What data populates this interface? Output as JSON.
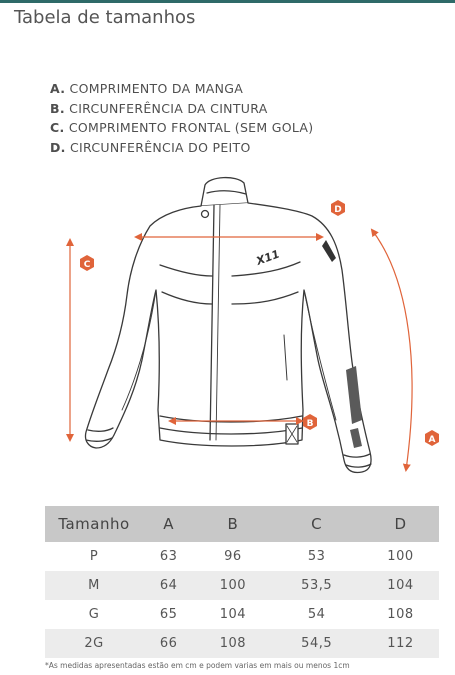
{
  "page": {
    "title": "Tabela de tamanhos"
  },
  "legend": [
    {
      "key": "A.",
      "label": "COMPRIMENTO DA MANGA"
    },
    {
      "key": "B.",
      "label": "CIRCUNFERÊNCIA DA CINTURA"
    },
    {
      "key": "C.",
      "label": "COMPRIMENTO FRONTAL (SEM GOLA)"
    },
    {
      "key": "D.",
      "label": "CIRCUNFERÊNCIA DO PEITO"
    }
  ],
  "illustration": {
    "markers": [
      "A",
      "B",
      "C",
      "D"
    ],
    "brand_logo": "X11"
  },
  "table": {
    "headers": [
      "Tamanho",
      "A",
      "B",
      "C",
      "D"
    ],
    "rows": [
      [
        "P",
        "63",
        "96",
        "53",
        "100"
      ],
      [
        "M",
        "64",
        "100",
        "53,5",
        "104"
      ],
      [
        "G",
        "65",
        "104",
        "54",
        "108"
      ],
      [
        "2G",
        "66",
        "108",
        "54,5",
        "112"
      ]
    ]
  },
  "footnote": "*As medidas apresentadas estão em cm e podem varias em mais ou menos 1cm",
  "colors": {
    "accent": "#e0643a",
    "top_bar": "#2e6a68",
    "table_header": "#c8c8c8",
    "table_row_alt": "#ececec"
  }
}
